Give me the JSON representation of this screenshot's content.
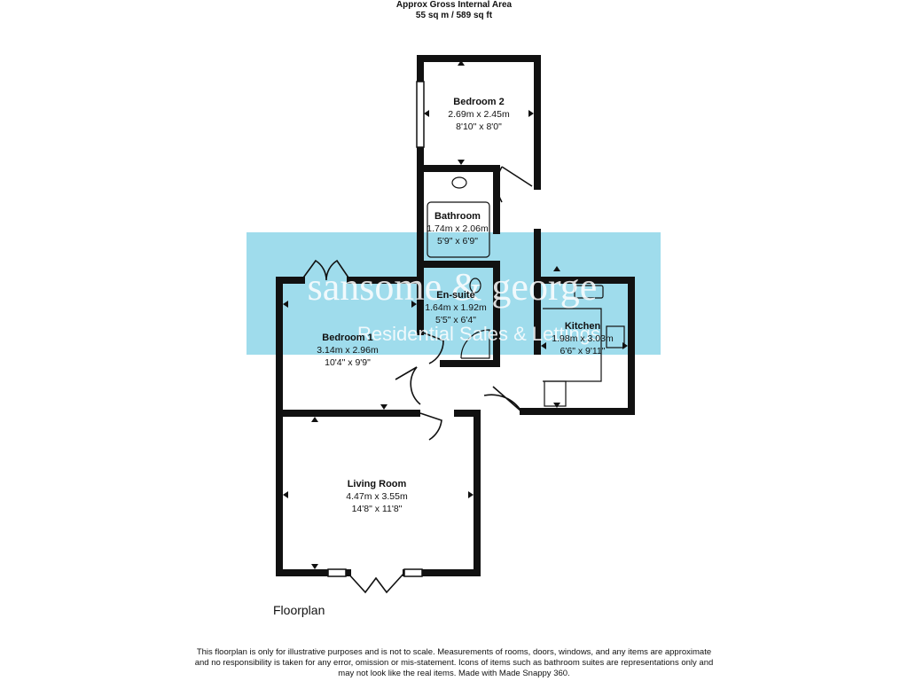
{
  "header": {
    "line1": "Approx Gross Internal Area",
    "line2": "55 sq m / 589 sq ft"
  },
  "rooms": {
    "bedroom2": {
      "name": "Bedroom 2",
      "metric": "2.69m x 2.45m",
      "imperial": "8'10\" x 8'0\""
    },
    "bathroom": {
      "name": "Bathroom",
      "metric": "1.74m x 2.06m",
      "imperial": "5'9\" x 6'9\""
    },
    "ensuite": {
      "name": "En-suite",
      "metric": "1.64m x 1.92m",
      "imperial": "5'5\" x 6'4\""
    },
    "bedroom1": {
      "name": "Bedroom 1",
      "metric": "3.14m x 2.96m",
      "imperial": "10'4\" x 9'9\""
    },
    "kitchen": {
      "name": "Kitchen",
      "metric": "1.98m x 3.03m",
      "imperial": "6'6\" x 9'11\""
    },
    "living": {
      "name": "Living Room",
      "metric": "4.47m x 3.55m",
      "imperial": "14'8\" x 11'8\""
    }
  },
  "watermark": {
    "brand": "sansome & george",
    "tagline": "Residential Sales & Lettings",
    "color": "#7fd0e6"
  },
  "floor_label": "Floorplan",
  "disclaimer": {
    "line1": "This floorplan is only for illustrative purposes and is not to scale. Measurements of rooms, doors, windows, and any items are approximate",
    "line2": "and no responsibility is taken for any error, omission or mis-statement. Icons of items such as bathroom suites are representations only and",
    "line3": "may not look like the real items. Made with Made Snappy 360."
  },
  "colors": {
    "wall": "#111111",
    "background": "#ffffff"
  }
}
